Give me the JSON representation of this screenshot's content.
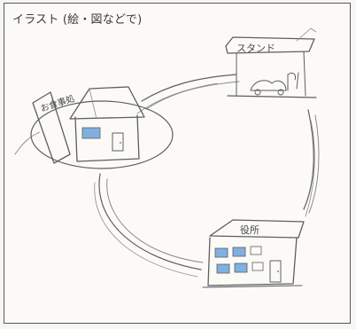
{
  "caption": "イラスト (絵・図などで)",
  "sketch": {
    "shop_sign": "お食事処",
    "stand_sign": "スタンド",
    "city_hall_sign": "役所"
  },
  "colors": {
    "pencil": "#5e5e5e",
    "window_blue": "#7fb0e0",
    "paper": "#fbfaf7",
    "frame": "#595959"
  },
  "icons": {
    "restaurant": "house-with-sign-icon",
    "gas_stand": "gas-stand-icon",
    "city_office": "office-building-icon"
  }
}
